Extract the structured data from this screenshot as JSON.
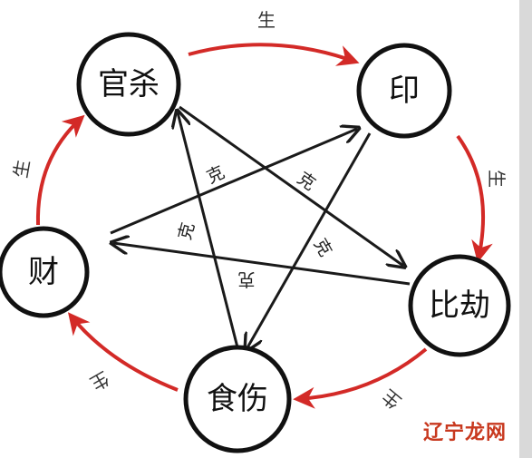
{
  "nodes": {
    "guansha": "官杀",
    "yin": "印",
    "bijie": "比劫",
    "shishang": "食伤",
    "cai": "财"
  },
  "generate_label": "生",
  "control_label": "克",
  "colors": {
    "generate_arrow": "#d32a27",
    "control_arrow": "#1a1a1a",
    "node_stroke": "#111111"
  },
  "watermark": "辽宁龙网"
}
